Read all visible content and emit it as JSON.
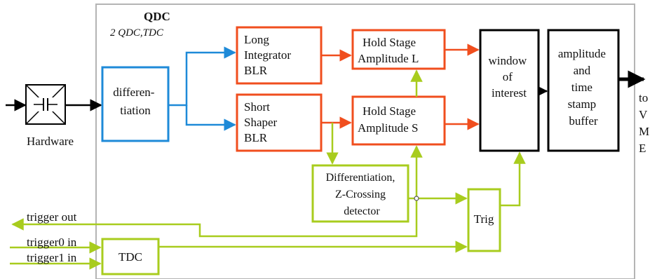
{
  "colors": {
    "frame": "#b4b4b4",
    "blue": "#1e8ad8",
    "red": "#f04e1e",
    "green": "#a8cc1e",
    "black": "#000000"
  },
  "qdc": {
    "title": "QDC",
    "subtitle": "2 QDC,TDC"
  },
  "hardware": {
    "label": "Hardware",
    "icon": "capacitor-symbol-icon"
  },
  "blocks": {
    "differentiation": [
      "differen-",
      "tiation"
    ],
    "long_integrator": [
      "Long",
      "Integrator",
      "BLR"
    ],
    "short_shaper": [
      "Short",
      "Shaper",
      "BLR"
    ],
    "hold_l": [
      "Hold Stage",
      "Amplitude L"
    ],
    "hold_s": [
      "Hold Stage",
      "Amplitude S"
    ],
    "window": [
      "window",
      "of",
      "interest"
    ],
    "buffer": [
      "amplitude",
      "and",
      "time",
      "stamp",
      "buffer"
    ],
    "zcross": [
      "Differentiation,",
      "Z-Crossing",
      "detector"
    ],
    "trig": "Trig",
    "tdc": "TDC"
  },
  "output": {
    "chars": [
      "to",
      "V",
      "M",
      "E"
    ]
  },
  "signals": {
    "trigger_out": "trigger out",
    "trigger0_in": "trigger0 in",
    "trigger1_in": "trigger1 in"
  }
}
